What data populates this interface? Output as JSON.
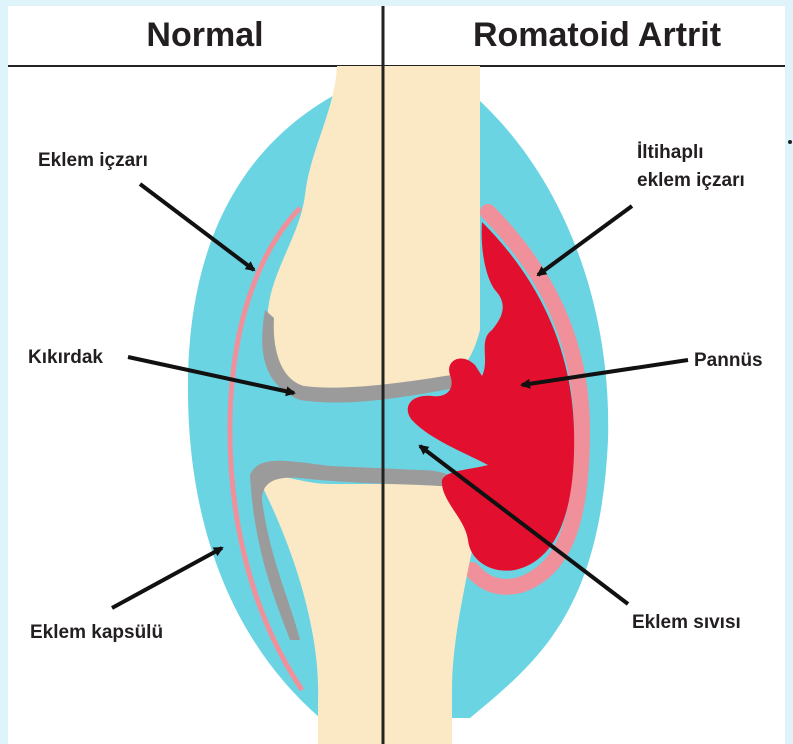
{
  "headers": {
    "left": "Normal",
    "right": "Romatoid Artrit"
  },
  "labels": {
    "eklem_iczari": "Eklem içzarı",
    "iltihapli_line1": "İltihaplı",
    "iltihapli_line2": "eklem içzarı",
    "kikirdak": "Kıkırdak",
    "pannus": "Pannüs",
    "eklem_kapsulu": "Eklem kapsülü",
    "eklem_sivisi": "Eklem sıvısı"
  },
  "colors": {
    "frame": "#dff3fb",
    "capsule": "#6bd4e3",
    "membrane": "#f0909a",
    "bone": "#fbe9c6",
    "cartilage": "#9b9b9b",
    "pannus": "#e2102e",
    "text": "#231f20",
    "divider": "#222222"
  }
}
